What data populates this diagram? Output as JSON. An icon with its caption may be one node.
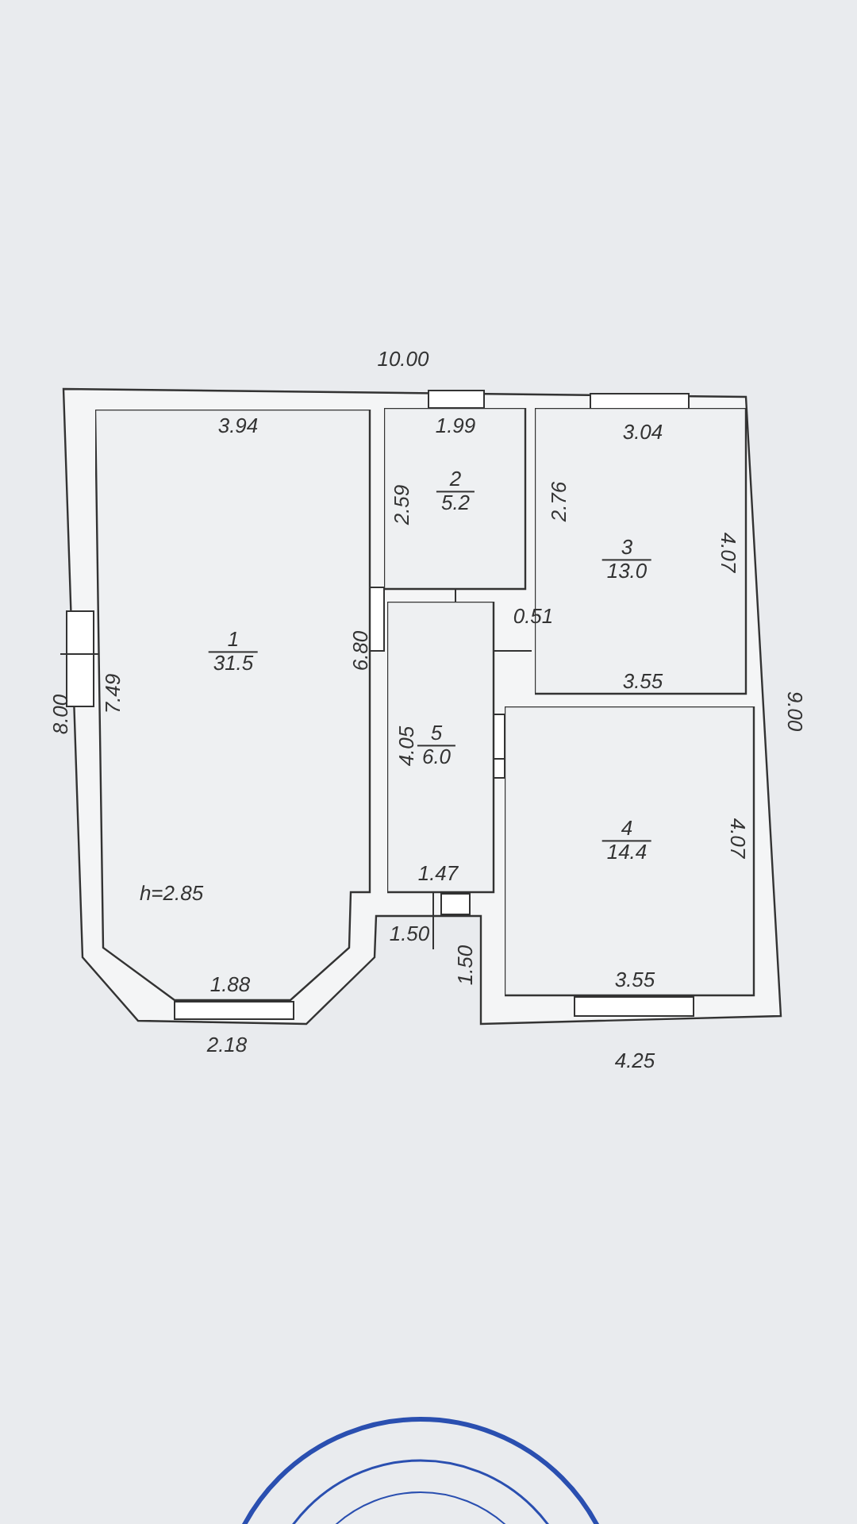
{
  "diagram": {
    "nodes": [
      {
        "text": [
          "1",
          "31.5",
          "h=2.85"
        ]
      },
      {
        "text": [
          "2",
          "5.2"
        ]
      },
      {
        "text": [
          "3",
          "13.0"
        ]
      },
      {
        "text": [
          "4",
          "14.4"
        ]
      },
      {
        "text": [
          "5",
          "6.0"
        ]
      }
    ],
    "labels": [
      "10.00",
      "3.94",
      "1.99",
      "3.04",
      "2.59",
      "2.76",
      "4.07",
      "0.51",
      "6.80",
      "3.55",
      "8.00",
      "7.49",
      "9.00",
      "4.05",
      "4.07",
      "1.47",
      "1.50",
      "1.50",
      "3.55",
      "1.88",
      "2.18",
      "4.25"
    ]
  }
}
